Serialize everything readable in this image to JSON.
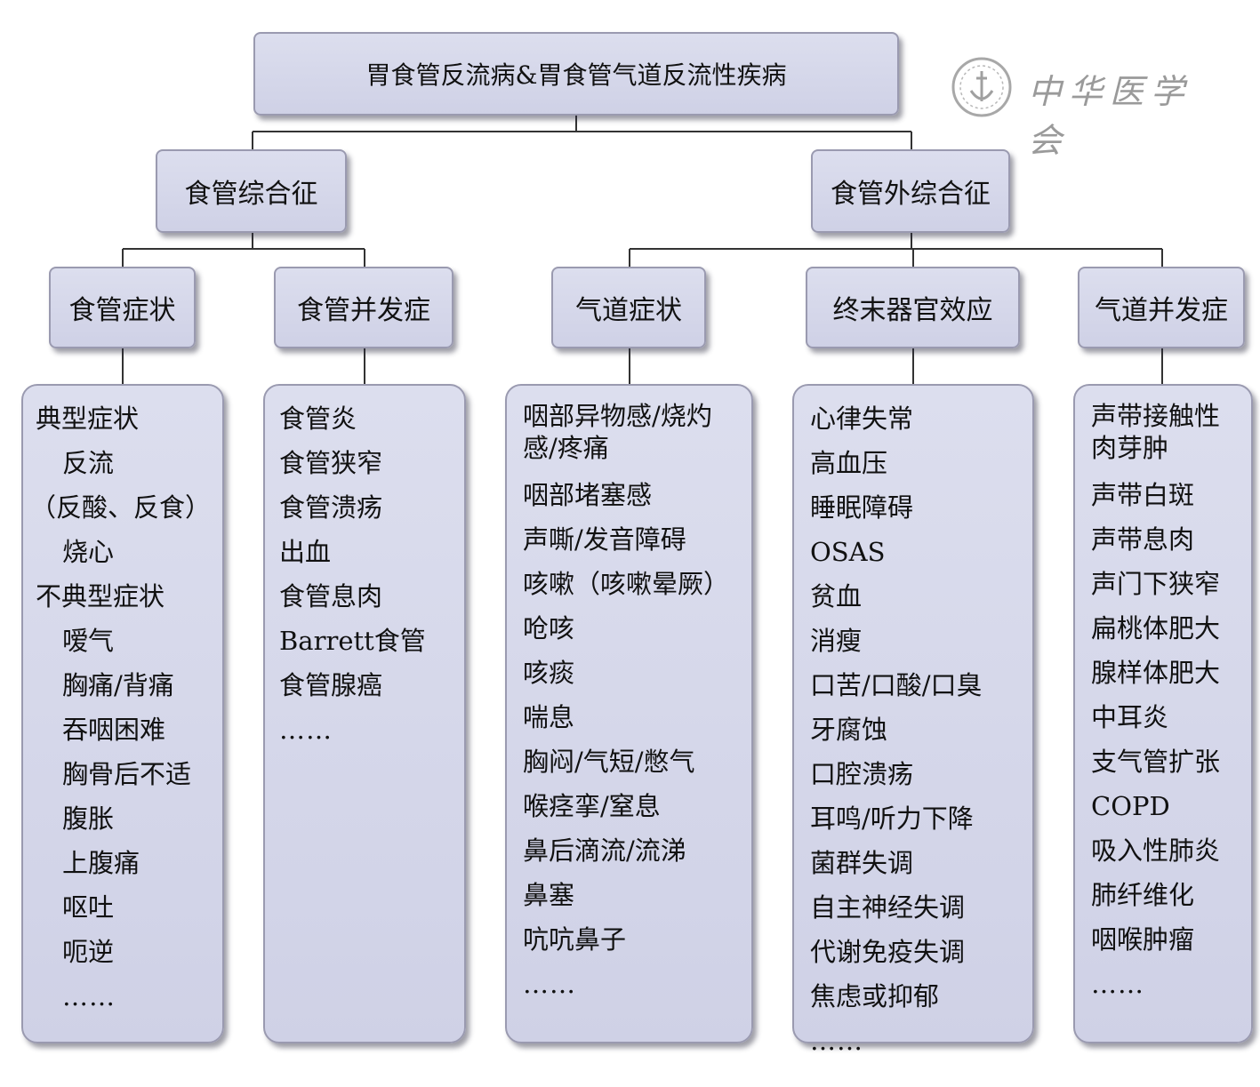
{
  "root": {
    "label": "胃食管反流病&胃食管气道反流性疾病"
  },
  "watermark": {
    "text": "中华医学会"
  },
  "branches": {
    "esophageal": {
      "label": "食管综合征"
    },
    "extra": {
      "label": "食管外综合征"
    }
  },
  "categories": {
    "esophageal_symptoms": {
      "label": "食管症状"
    },
    "esophageal_complications": {
      "label": "食管并发症"
    },
    "airway_symptoms": {
      "label": "气道症状"
    },
    "end_organ": {
      "label": "终末器官效应"
    },
    "airway_complications": {
      "label": "气道并发症"
    }
  },
  "lists": {
    "esophageal_symptoms": [
      "典型症状",
      "反流",
      "（反酸、反食）",
      "烧心",
      "不典型症状",
      "嗳气",
      "胸痛/背痛",
      "吞咽困难",
      "胸骨后不适",
      "腹胀",
      "上腹痛",
      "呕吐",
      "呃逆",
      "……"
    ],
    "esophageal_complications": [
      "食管炎",
      "食管狭窄",
      "食管溃疡",
      "出血",
      "食管息肉",
      "Barrett食管",
      "食管腺癌",
      "……"
    ],
    "airway_symptoms": [
      "咽部异物感/烧灼感/疼痛",
      "咽部堵塞感",
      "声嘶/发音障碍",
      "咳嗽（咳嗽晕厥）",
      "呛咳",
      "咳痰",
      "喘息",
      "胸闷/气短/憋气",
      "喉痉挛/窒息",
      "鼻后滴流/流涕",
      "鼻塞",
      "吭吭鼻子",
      "……"
    ],
    "end_organ": [
      "心律失常",
      "高血压",
      "睡眠障碍",
      "OSAS",
      "贫血",
      "消瘦",
      "口苦/口酸/口臭",
      "牙腐蚀",
      "口腔溃疡",
      "耳鸣/听力下降",
      "菌群失调",
      "自主神经失调",
      "代谢免疫失调",
      "焦虑或抑郁",
      "……"
    ],
    "airway_complications": [
      "声带接触性肉芽肿",
      "声带白斑",
      "声带息肉",
      "声门下狭窄",
      "扁桃体肥大",
      "腺样体肥大",
      "中耳炎",
      "支气管扩张",
      "COPD",
      "吸入性肺炎",
      "肺纤维化",
      "咽喉肿瘤",
      "……"
    ]
  }
}
